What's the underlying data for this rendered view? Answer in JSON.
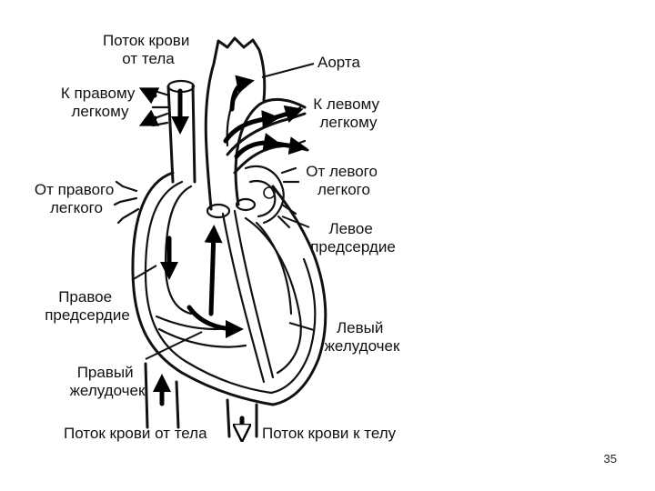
{
  "labels": {
    "flow_from_body_top": [
      "Поток крови",
      "от тела"
    ],
    "aorta": "Аорта",
    "to_right_lung": [
      "К правому",
      "легкому"
    ],
    "to_left_lung": [
      "К левому",
      "легкому"
    ],
    "from_left_lung": [
      "От левого",
      "легкого"
    ],
    "from_right_lung": [
      "От правого",
      "легкого"
    ],
    "left_atrium": [
      "Левое",
      "предсердие"
    ],
    "right_atrium": [
      "Правое",
      "предсердие"
    ],
    "left_ventricle": [
      "Левый",
      "желудочек"
    ],
    "right_ventricle": [
      "Правый",
      "желудочек"
    ],
    "flow_from_body_bottom": "Поток крови от тела",
    "flow_to_body": "Поток крови к телу"
  },
  "page_number": "35"
}
